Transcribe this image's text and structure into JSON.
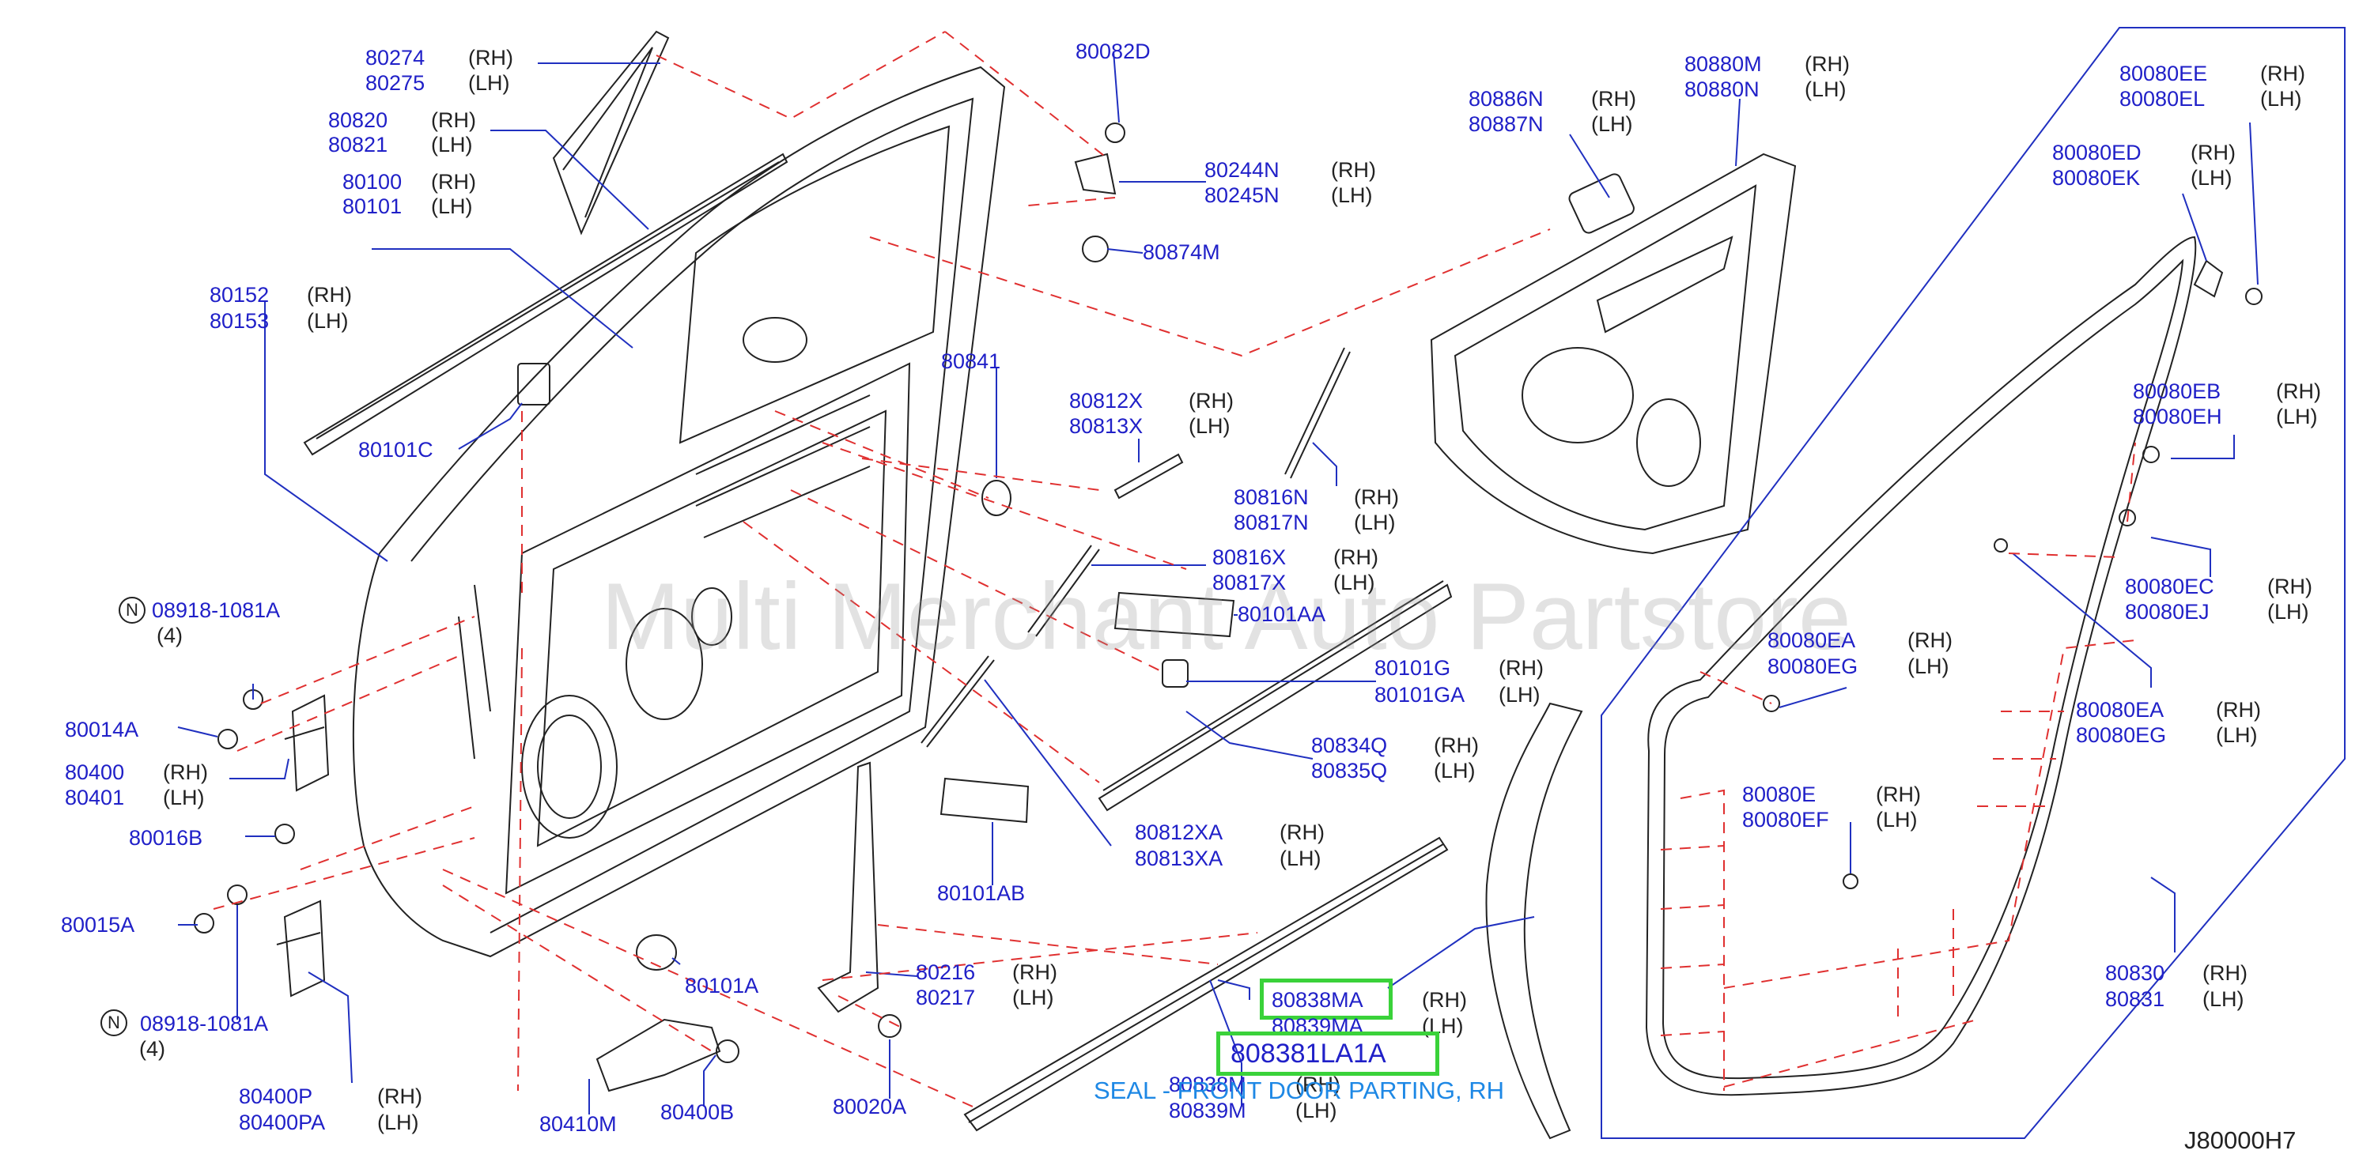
{
  "watermark": "Multi Merchant Auto Partstore",
  "diagram_code": "J80000H7",
  "highlight": {
    "part_number": "808381LA1A",
    "description": "SEAL - FRONT DOOR PARTING, RH"
  },
  "side_marks": {
    "rh": "(RH)",
    "lh": "(LH)"
  },
  "labels": {
    "p80274": "80274",
    "p80275": "80275",
    "p80820": "80820",
    "p80821": "80821",
    "p80100": "80100",
    "p80101": "80101",
    "p80152": "80152",
    "p80153": "80153",
    "p80101C": "80101C",
    "n1_code": "08918-1081A",
    "n1_qty": "(4)",
    "n_symbol": "N",
    "p80014A": "80014A",
    "p80400": "80400",
    "p80401": "80401",
    "p80016B": "80016B",
    "p80015A": "80015A",
    "n2_code": "08918-1081A",
    "n2_qty": "(4)",
    "p80400P": "80400P",
    "p80400PA": "80400PA",
    "p80410M": "80410M",
    "p80400B": "80400B",
    "p80020A": "80020A",
    "p80101A": "80101A",
    "p80216": "80216",
    "p80217": "80217",
    "p80082D": "80082D",
    "p80244N": "80244N",
    "p80245N": "80245N",
    "p80874M": "80874M",
    "p80841": "80841",
    "p80812X": "80812X",
    "p80813X": "80813X",
    "p80816N": "80816N",
    "p80817N": "80817N",
    "p80816X": "80816X",
    "p80817X": "80817X",
    "p80101AA": "80101AA",
    "p80101G": "80101G",
    "p80101GA": "80101GA",
    "p80834Q": "80834Q",
    "p80835Q": "80835Q",
    "p80812XA": "80812XA",
    "p80813XA": "80813XA",
    "p80101AB": "80101AB",
    "p80838MA": "80838MA",
    "p80839MA": "80839MA",
    "p80838M": "80838M",
    "p80839M": "80839M",
    "p80886N": "80886N",
    "p80887N": "80887N",
    "p80880M": "80880M",
    "p80880N": "80880N",
    "p80080EE": "80080EE",
    "p80080EL": "80080EL",
    "p80080ED": "80080ED",
    "p80080EK": "80080EK",
    "p80080EB": "80080EB",
    "p80080EH": "80080EH",
    "p80080EC": "80080EC",
    "p80080EJ": "80080EJ",
    "p80080EA1": "80080EA",
    "p80080EG1": "80080EG",
    "p80080EA2": "80080EA",
    "p80080EG2": "80080EG",
    "p80080E": "80080E",
    "p80080EF": "80080EF",
    "p80830": "80830",
    "p80831": "80831"
  }
}
